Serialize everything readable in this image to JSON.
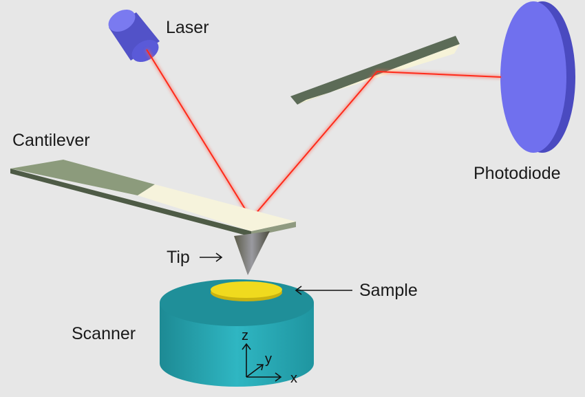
{
  "title": "Atomic force microscope schematic",
  "labels": {
    "laser": "Laser",
    "photodiode": "Photodiode",
    "cantilever": "Cantilever",
    "tip": "Tip",
    "sample": "Sample",
    "scanner": "Scanner"
  },
  "axes": {
    "z": "z",
    "y": "y",
    "x": "x"
  },
  "colors": {
    "laser_body": "#6868e6",
    "beam": "#ff2a1a",
    "scanner": "#2aa9b5",
    "sample": "#e8d21a",
    "cantilever_dark": "#8c9b7c",
    "cantilever_light": "#f6f3dc"
  }
}
